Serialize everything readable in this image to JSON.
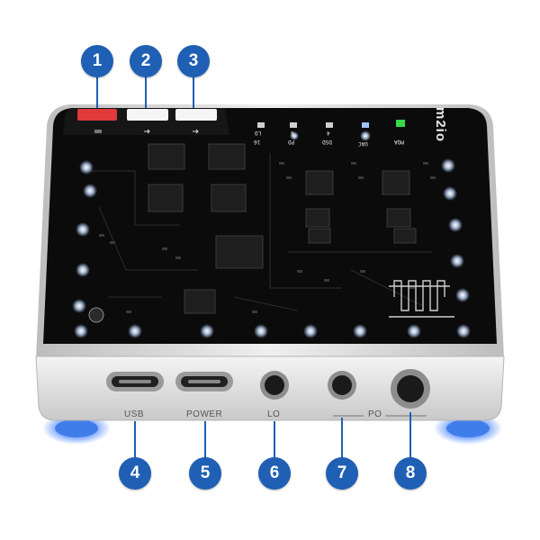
{
  "brand": "m2io",
  "callouts": [
    "1",
    "2",
    "3",
    "4",
    "5",
    "6",
    "7",
    "8"
  ],
  "ports": {
    "usb": "USB",
    "power": "POWER",
    "lo": "LO",
    "po": "PO"
  },
  "silkscreen": {
    "led1": "16",
    "led2": "PD",
    "led3": "DSD",
    "led4": "UAC",
    "led5": "MQA",
    "led1_top": "LO",
    "led2_top": "8",
    "led3_top": "4"
  },
  "colors": {
    "callout": "#1f5fb4",
    "board": "#0d0d0d",
    "button_red": "#e03a3a",
    "led_green": "#37d84a",
    "led_blue": "#6fa0ff",
    "glow": "#9fc4ff",
    "chassis": "#d8d8d8"
  }
}
